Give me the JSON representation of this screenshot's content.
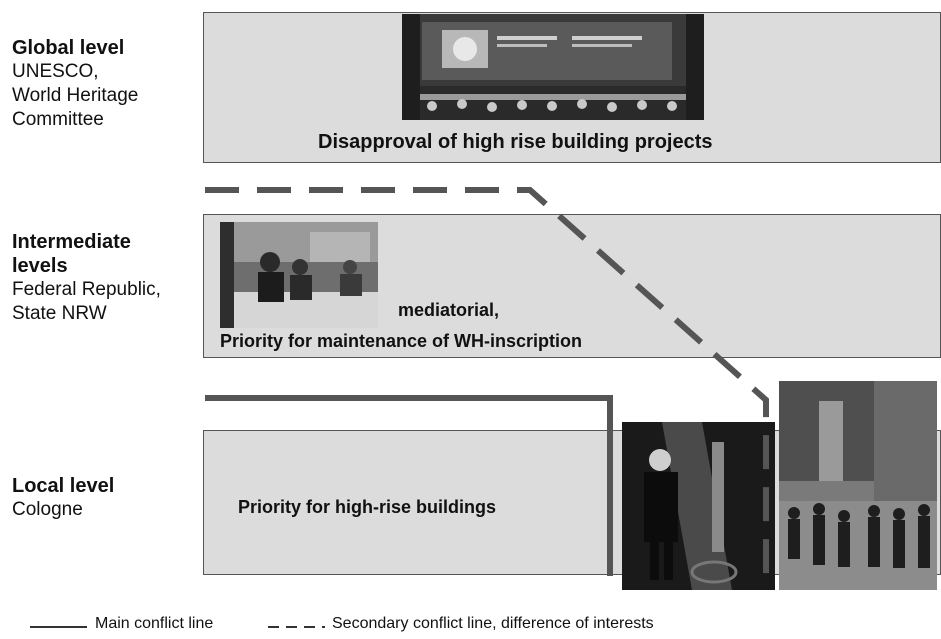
{
  "levels": {
    "global": {
      "title": "Global level",
      "sub1": "UNESCO,",
      "sub2": "World Heritage",
      "sub3": "Committee"
    },
    "intermediate": {
      "title1": "Intermediate",
      "title2": "levels",
      "sub1": "Federal Republic,",
      "sub2": "State NRW"
    },
    "local": {
      "title": "Local level",
      "sub1": "Cologne"
    }
  },
  "bands": {
    "global_text": "Disapproval of high rise building projects",
    "intermediate_text1": "mediatorial,",
    "intermediate_text2": "Priority for maintenance of WH-inscription",
    "local_text": "Priority for high-rise buildings"
  },
  "photos": {
    "global": "UNESCO World Heritage Committee session photo",
    "intermediate": "meeting photo",
    "local_person": "protester photo",
    "local_crowd": "crowd photo"
  },
  "legend": {
    "main": "Main conflict line",
    "secondary": "Secondary conflict line, difference of interests"
  },
  "colors": {
    "band": "#dcdcdc",
    "line": "#555555"
  }
}
